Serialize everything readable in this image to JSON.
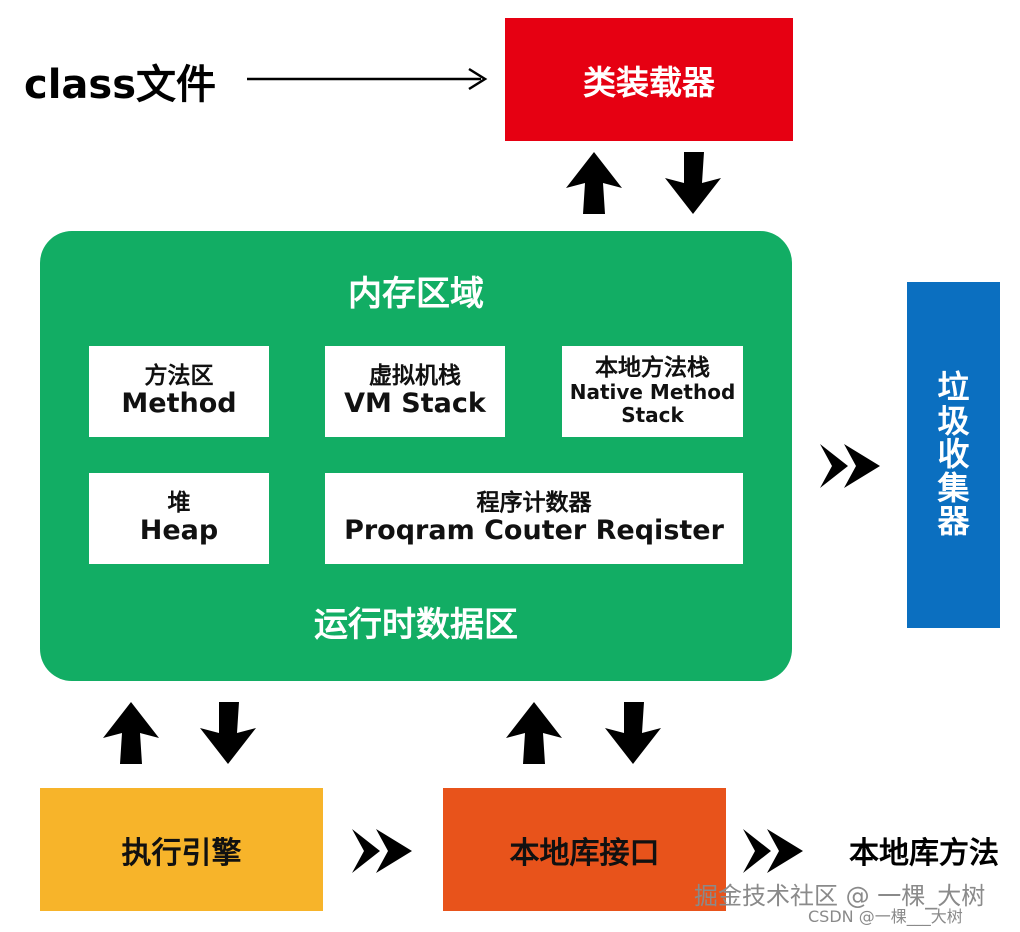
{
  "class_file": "class文件",
  "class_loader": "类装载器",
  "runtime_area": {
    "title": "内存区域",
    "label": "运行时数据区",
    "method_area": {
      "zh": "方法区",
      "en": "Method"
    },
    "vm_stack": {
      "zh": "虚拟机栈",
      "en": "VM Stack"
    },
    "native_stack": {
      "zh": "本地方法栈",
      "en_line1": "Native Method",
      "en_line2": "Stack"
    },
    "heap": {
      "zh": "堆",
      "en": "Heap"
    },
    "pc_register": {
      "zh": "程序计数器",
      "en": "Proqram Couter Reqister"
    }
  },
  "garbage_collector": [
    "垃",
    "圾",
    "收",
    "集",
    "器"
  ],
  "execution_engine": "执行引擎",
  "native_interface": "本地库接口",
  "native_method": "本地库方法",
  "watermark_main": "掘金技术社区 @ 一棵_大树",
  "watermark_sub": "CSDN @一棵___大树",
  "colors": {
    "loader": "#e60012",
    "runtime": "#12ad64",
    "garbage_collector": "#0b6fc0",
    "engine": "#f7b42a",
    "native_interface": "#e8531b"
  }
}
